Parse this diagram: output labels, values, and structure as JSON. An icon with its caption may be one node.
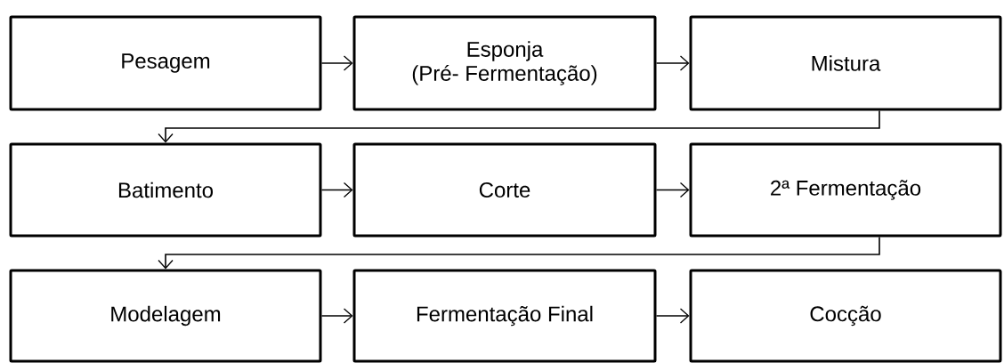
{
  "diagram": {
    "nodes": [
      {
        "text": [
          "Pesagem"
        ]
      },
      {
        "text": [
          "Esponja",
          "(Pré- Fermentação)"
        ]
      },
      {
        "text": [
          "Mistura"
        ]
      },
      {
        "text": [
          "Batimento"
        ]
      },
      {
        "text": [
          "Corte"
        ]
      },
      {
        "text": [
          "2ª Fermentação"
        ]
      },
      {
        "text": [
          "Modelagem"
        ]
      },
      {
        "text": [
          "Fermentação Final"
        ]
      },
      {
        "text": [
          "Cocção"
        ]
      }
    ],
    "edges": [
      {
        "from": 0,
        "to": 1,
        "arrow": "to"
      },
      {
        "from": 1,
        "to": 2,
        "arrow": "to"
      },
      {
        "from": 2,
        "to": 3,
        "arrow": "to"
      },
      {
        "from": 3,
        "to": 4,
        "arrow": "to"
      },
      {
        "from": 4,
        "to": 5,
        "arrow": "to"
      },
      {
        "from": 5,
        "to": 6,
        "arrow": "to"
      },
      {
        "from": 6,
        "to": 7,
        "arrow": "to"
      },
      {
        "from": 7,
        "to": 8,
        "arrow": "to"
      }
    ]
  }
}
